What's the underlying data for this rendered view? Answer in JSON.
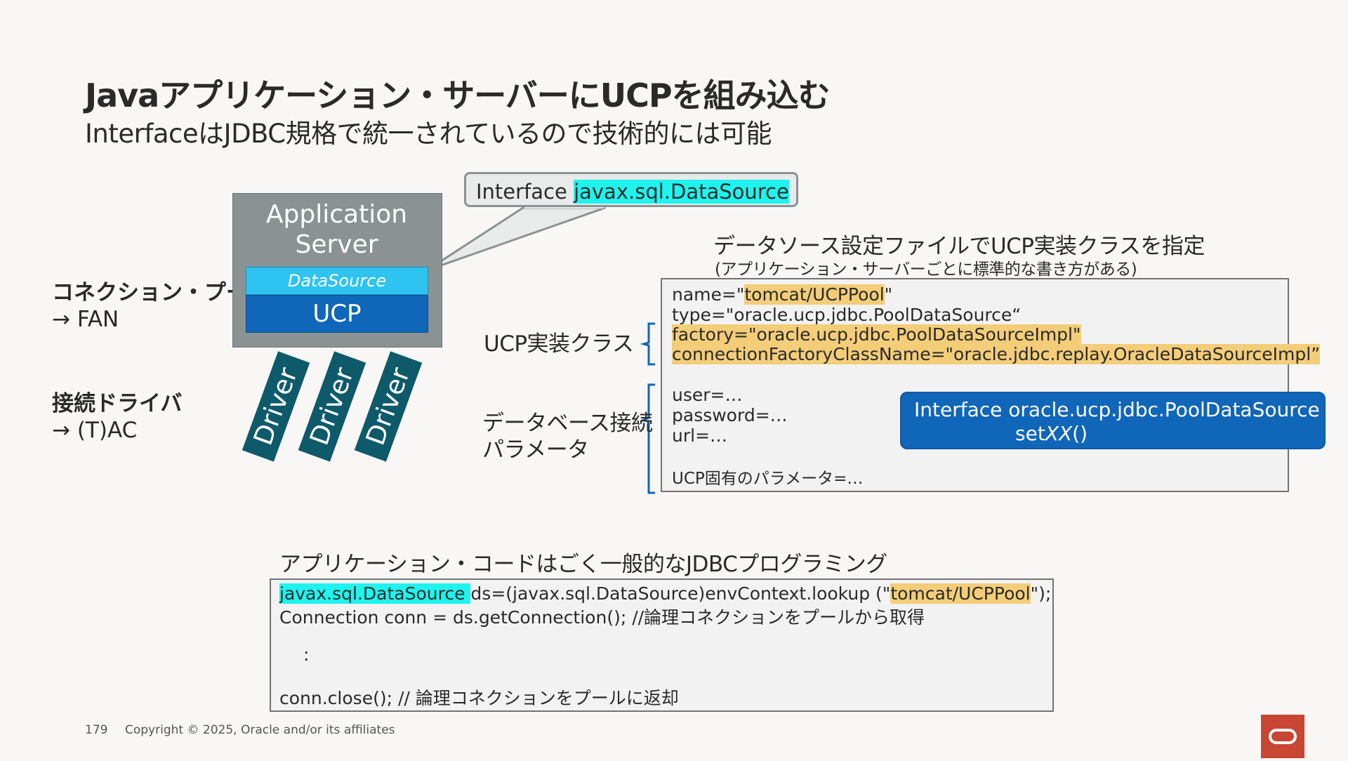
{
  "title": "Javaアプリケーション・サーバーにUCPを組み込む",
  "subtitle": "InterfaceはJDBC規格で統一されているので技術的には可能",
  "left_labels": {
    "pool_label": "コネクション・プール",
    "pool_arrow": "→ FAN",
    "driver_label": "接続ドライバ",
    "driver_arrow": "→ (T)AC"
  },
  "app_server": {
    "line1": "Application",
    "line2": "Server",
    "datasource": "DataSource",
    "ucp": "UCP"
  },
  "drivers": [
    "Driver",
    "Driver",
    "Driver"
  ],
  "interface_callout": {
    "prefix": "Interface ",
    "name": "javax.sql.DataSource"
  },
  "config": {
    "heading": "データソース設定ファイルでUCP実装クラスを指定",
    "subheading": "(アプリケーション・サーバーごとに標準的な書き方がある)",
    "name_prefix": "name=\"",
    "name_value": "tomcat/UCPPool",
    "name_suffix": "\"",
    "type_line": "type=\"oracle.ucp.jdbc.PoolDataSource“",
    "factory_line": "factory=\"oracle.ucp.jdbc.PoolDataSourceImpl\"",
    "conn_factory_line": "connectionFactoryClassName=\"oracle.jdbc.replay.OracleDataSourceImpl”",
    "user_line": "user=…",
    "password_line": "password=…",
    "url_line": "url=…",
    "ucp_param_line": "UCP固有のパラメータ=…"
  },
  "mid_labels": {
    "ucp_impl": "UCP実装クラス",
    "db_conn_line1": "データベース接続",
    "db_conn_line2": "パラメータ"
  },
  "blue_callout": {
    "line1": "Interface oracle.ucp.jdbc.PoolDataSource",
    "line2_prefix": "set",
    "line2_italic": "XX",
    "line2_suffix": "()"
  },
  "code": {
    "heading": "アプリケーション・コードはごく一般的なJDBCプログラミング",
    "line1_type": "javax.sql.DataSource ",
    "line1_mid": "ds=(javax.sql.DataSource)envContext.lookup (\"",
    "line1_pool": "tomcat/UCPPool",
    "line1_end": "\");",
    "line2": "Connection conn = ds.getConnection(); //論理コネクションをプールから取得",
    "line3": ":",
    "line4": "conn.close(); // 論理コネクションをプールに返却"
  },
  "footer": {
    "page": "179",
    "copyright": "Copyright © 2025, Oracle and/or its affiliates"
  },
  "colors": {
    "highlight_cyan": "#1ff3ee",
    "highlight_gold": "#f3cd78",
    "ucp_blue": "#1066b8",
    "datasource_blue": "#2ec3f0",
    "driver_teal": "#0e5a6b",
    "oracle_red": "#c74634"
  }
}
